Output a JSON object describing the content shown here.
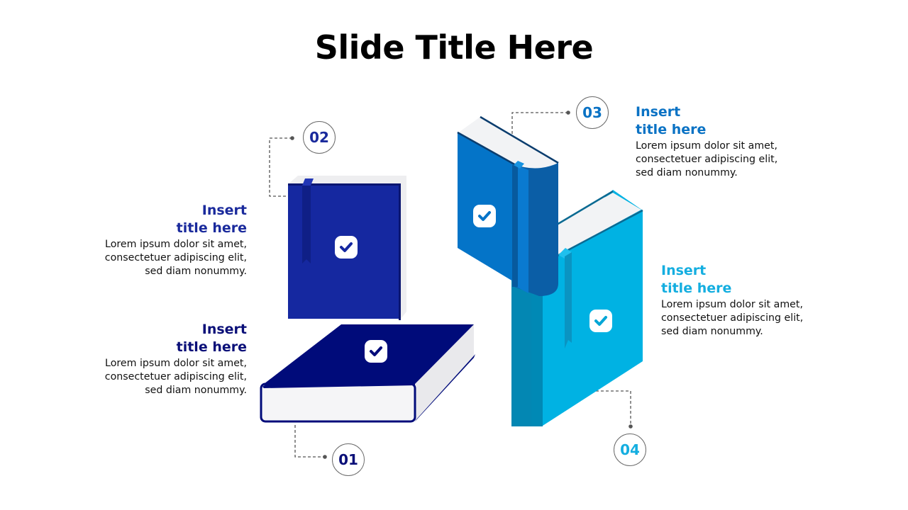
{
  "slide": {
    "title": "Slide Title Here"
  },
  "colors": {
    "book1": "#000b7a",
    "book2": "#1528a0",
    "book3": "#0474c8",
    "book4": "#00b2e3",
    "pages": "#f4f4f6",
    "connector": "#555555"
  },
  "items": [
    {
      "number": "01",
      "title_line1": "Insert",
      "title_line2": "title here",
      "body_line1": "Lorem ipsum dolor sit amet,",
      "body_line2": "consectetuer adipiscing elit,",
      "body_line3": "sed diam nonummy.",
      "color": "#0a0f78",
      "icon": "check-icon"
    },
    {
      "number": "02",
      "title_line1": "Insert",
      "title_line2": "title here",
      "body_line1": "Lorem ipsum dolor sit amet,",
      "body_line2": "consectetuer adipiscing elit,",
      "body_line3": "sed diam nonummy.",
      "color": "#1a2a9c",
      "icon": "check-icon"
    },
    {
      "number": "03",
      "title_line1": "Insert",
      "title_line2": "title here",
      "body_line1": "Lorem ipsum dolor sit amet,",
      "body_line2": "consectetuer adipiscing elit,",
      "body_line3": "sed diam nonummy.",
      "color": "#0a72c4",
      "icon": "check-icon"
    },
    {
      "number": "04",
      "title_line1": "Insert",
      "title_line2": "title here",
      "body_line1": "Lorem ipsum dolor sit amet,",
      "body_line2": "consectetuer adipiscing elit,",
      "body_line3": "sed diam nonummy.",
      "color": "#14aee0",
      "icon": "check-icon"
    }
  ]
}
